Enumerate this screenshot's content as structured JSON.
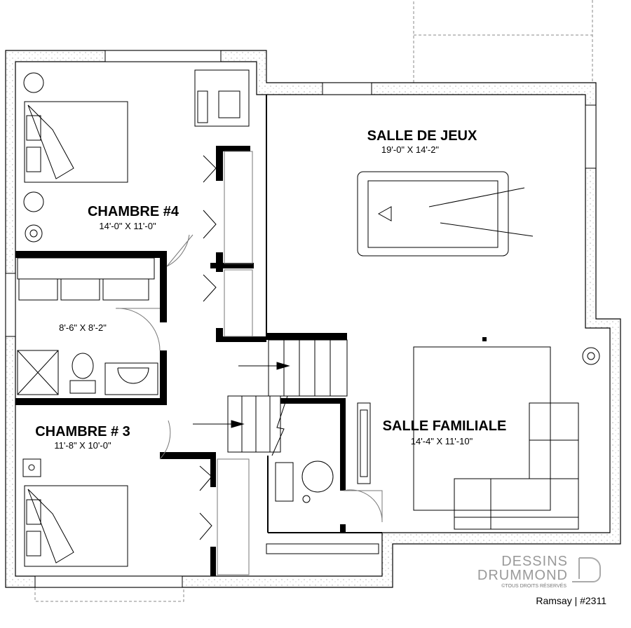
{
  "plan": {
    "rooms": [
      {
        "name": "SALLE DE JEUX",
        "size": "19'-0\" X 14'-2\""
      },
      {
        "name": "CHAMBRE #4",
        "size": "14'-0\" X 11'-0\""
      },
      {
        "name": "",
        "size": "8'-6\" X 8'-2\""
      },
      {
        "name": "SALLE FAMILIALE",
        "size": "14'-4\" X 11'-10\""
      },
      {
        "name": "CHAMBRE # 3",
        "size": "11'-8\" X 10'-0\""
      }
    ]
  },
  "branding": {
    "logo_line1": "DESSINS",
    "logo_line2": "DRUMMOND",
    "copyright": "©TOUS DROITS RÉSERVÉS",
    "model": "Ramsay | #2311"
  }
}
